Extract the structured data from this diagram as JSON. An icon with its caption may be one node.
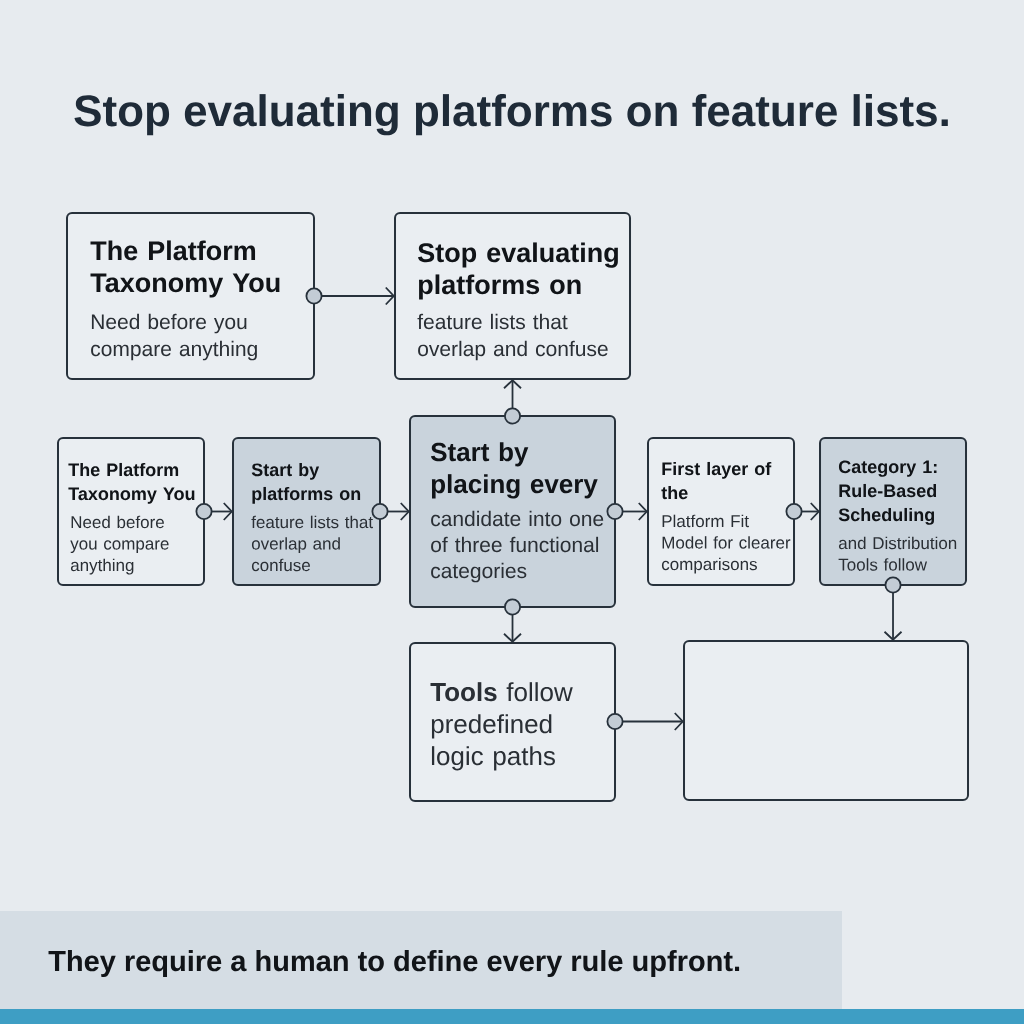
{
  "diagram": {
    "title": "Stop evaluating platforms on feature lists.",
    "caption": "They require a human to define every rule upfront.",
    "nodes": [
      {
        "text": [
          "The Platform Taxonomy You",
          "Need before you compare anything"
        ]
      },
      {
        "text": [
          "Stop evaluating platforms on",
          "feature lists that overlap and confuse"
        ]
      },
      {
        "text": [
          "The Platform Taxonomy You",
          "Need before you compare anything"
        ]
      },
      {
        "text": [
          "Start by platforms on",
          "feature lists that overlap and confuse"
        ]
      },
      {
        "text": [
          "Start by placing every",
          "candidate into one of three functional categories"
        ]
      },
      {
        "text": [
          "First layer of the",
          "Platform Fit Model for clearer comparisons"
        ]
      },
      {
        "text": [
          "Category 1: Rule-Based Scheduling",
          "and Distribution Tools follow"
        ]
      },
      {
        "text": [
          "**Tools** follow predefined logic paths"
        ]
      },
      {
        "text": [],
        "shape": "box"
      }
    ],
    "edges": [
      {
        "from": 0,
        "to": 1,
        "arrow": "to"
      },
      {
        "from": 4,
        "to": 1,
        "arrow": "to"
      },
      {
        "from": 2,
        "to": 3,
        "arrow": "to"
      },
      {
        "from": 3,
        "to": 4,
        "arrow": "to"
      },
      {
        "from": 4,
        "to": 5,
        "arrow": "to"
      },
      {
        "from": 5,
        "to": 6,
        "arrow": "to"
      },
      {
        "from": 4,
        "to": 7,
        "arrow": "to"
      },
      {
        "from": 6,
        "to": 8,
        "arrow": "to"
      },
      {
        "from": 7,
        "to": 8,
        "arrow": "to"
      }
    ]
  }
}
